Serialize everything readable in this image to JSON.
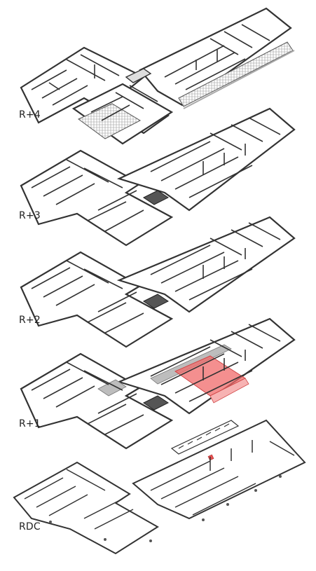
{
  "diagram": {
    "floors": [
      {
        "id": "r4",
        "label": "R+4"
      },
      {
        "id": "r3",
        "label": "R+3"
      },
      {
        "id": "r2",
        "label": "R+2"
      },
      {
        "id": "r1",
        "label": "R+1"
      },
      {
        "id": "rdc",
        "label": "RDC"
      }
    ],
    "colors": {
      "wall_fill": "#ffffff",
      "wall_stroke": "#333333",
      "wall_shadow": "#888888",
      "highlight": "#f06a6a",
      "highlight_soft": "#f7b3b3",
      "gray_zone": "#bdbdbd",
      "hatch": "#9a9a9a",
      "background": "#ffffff"
    }
  }
}
